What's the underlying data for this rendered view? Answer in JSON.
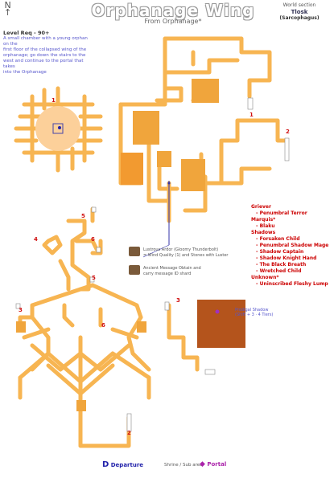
{
  "title": "Orphanage Wing",
  "subtitle": "From Orphanage*",
  "compass": {
    "n": "N",
    "mark": "↑"
  },
  "corner": {
    "line1": "World section",
    "line2": "Tlosk",
    "line3": "(Sarcophagus)"
  },
  "level": {
    "label": "Level Req - 90+",
    "lines": [
      "A small chamber with a young orphan on the",
      "first floor of the collapsed wing of the",
      "orphanage; go down the stairs to the",
      "west and continue to the portal that takes",
      "into the Orphanage"
    ]
  },
  "markers": {
    "n1a": "1",
    "n1b": "1",
    "n2a": "2",
    "n2b": "2",
    "n3a": "3",
    "n3b": "3",
    "n4": "4",
    "n5a": "5",
    "n5b": "5",
    "n6a": "6",
    "n6b": "6"
  },
  "notes": {
    "note1a": "Lustrous Ardor (Gloomy Thunderbolt)",
    "note1b": "= Wind Quality (1) and Stones with Luster",
    "note2a": "Ancient Message Obtain and",
    "note2b": "carry message ID shard"
  },
  "boss": {
    "line1": "Prodigal Shadow",
    "line2": "(Shift + 3 · 4 Tiers)"
  },
  "enemies": [
    {
      "group": "Griever",
      "mobs": [
        "Penumbral Terror"
      ]
    },
    {
      "group": "Marquis*",
      "mobs": [
        "Blaku"
      ]
    },
    {
      "group": "Shadows",
      "mobs": [
        "Forsaken Child",
        "Penumbral Shadow Mage",
        "Shadow Captain",
        "Shadow Knight Hand",
        "The Black Breath",
        "Wretched Child"
      ]
    },
    {
      "group": "Unknown*",
      "mobs": [
        "Uninscribed Fleshy Lump"
      ]
    }
  ],
  "legend": {
    "departure_icon": "D",
    "departure": "Departure",
    "mid": "Shrine / Sub area",
    "portal_icon": "◆",
    "portal": "Portal"
  },
  "colors": {
    "corridor": "#f7b552",
    "room": "#f0a53c",
    "dark_room": "#f29a30",
    "boss_room": "#b4541c",
    "rotunda": "#fcd09a"
  }
}
